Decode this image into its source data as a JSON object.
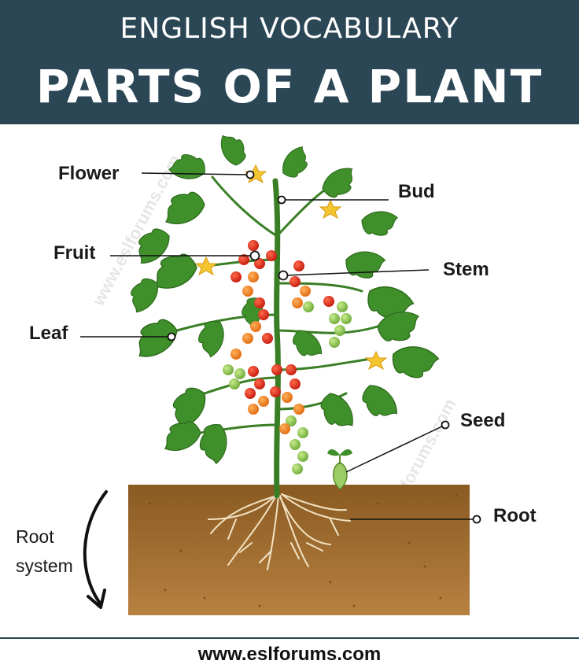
{
  "header": {
    "subtitle": "ENGLISH VOCABULARY",
    "title": "PARTS OF A PLANT"
  },
  "labels": {
    "flower": "Flower",
    "bud": "Bud",
    "fruit": "Fruit",
    "stem": "Stem",
    "leaf": "Leaf",
    "seed": "Seed",
    "root": "Root",
    "root_system_line1": "Root",
    "root_system_line2": "system"
  },
  "watermark": "www.eslforums.com",
  "footer": {
    "url": "www.eslforums.com"
  },
  "colors": {
    "header_bg": "#2b4655",
    "soil": "#9a6a2c",
    "leaf": "#3f8f2a",
    "stem": "#3a7f25",
    "tomato_red": "#d8261b",
    "tomato_orange": "#f07a1e",
    "tomato_green": "#8bc34a",
    "flower": "#f4c531"
  }
}
